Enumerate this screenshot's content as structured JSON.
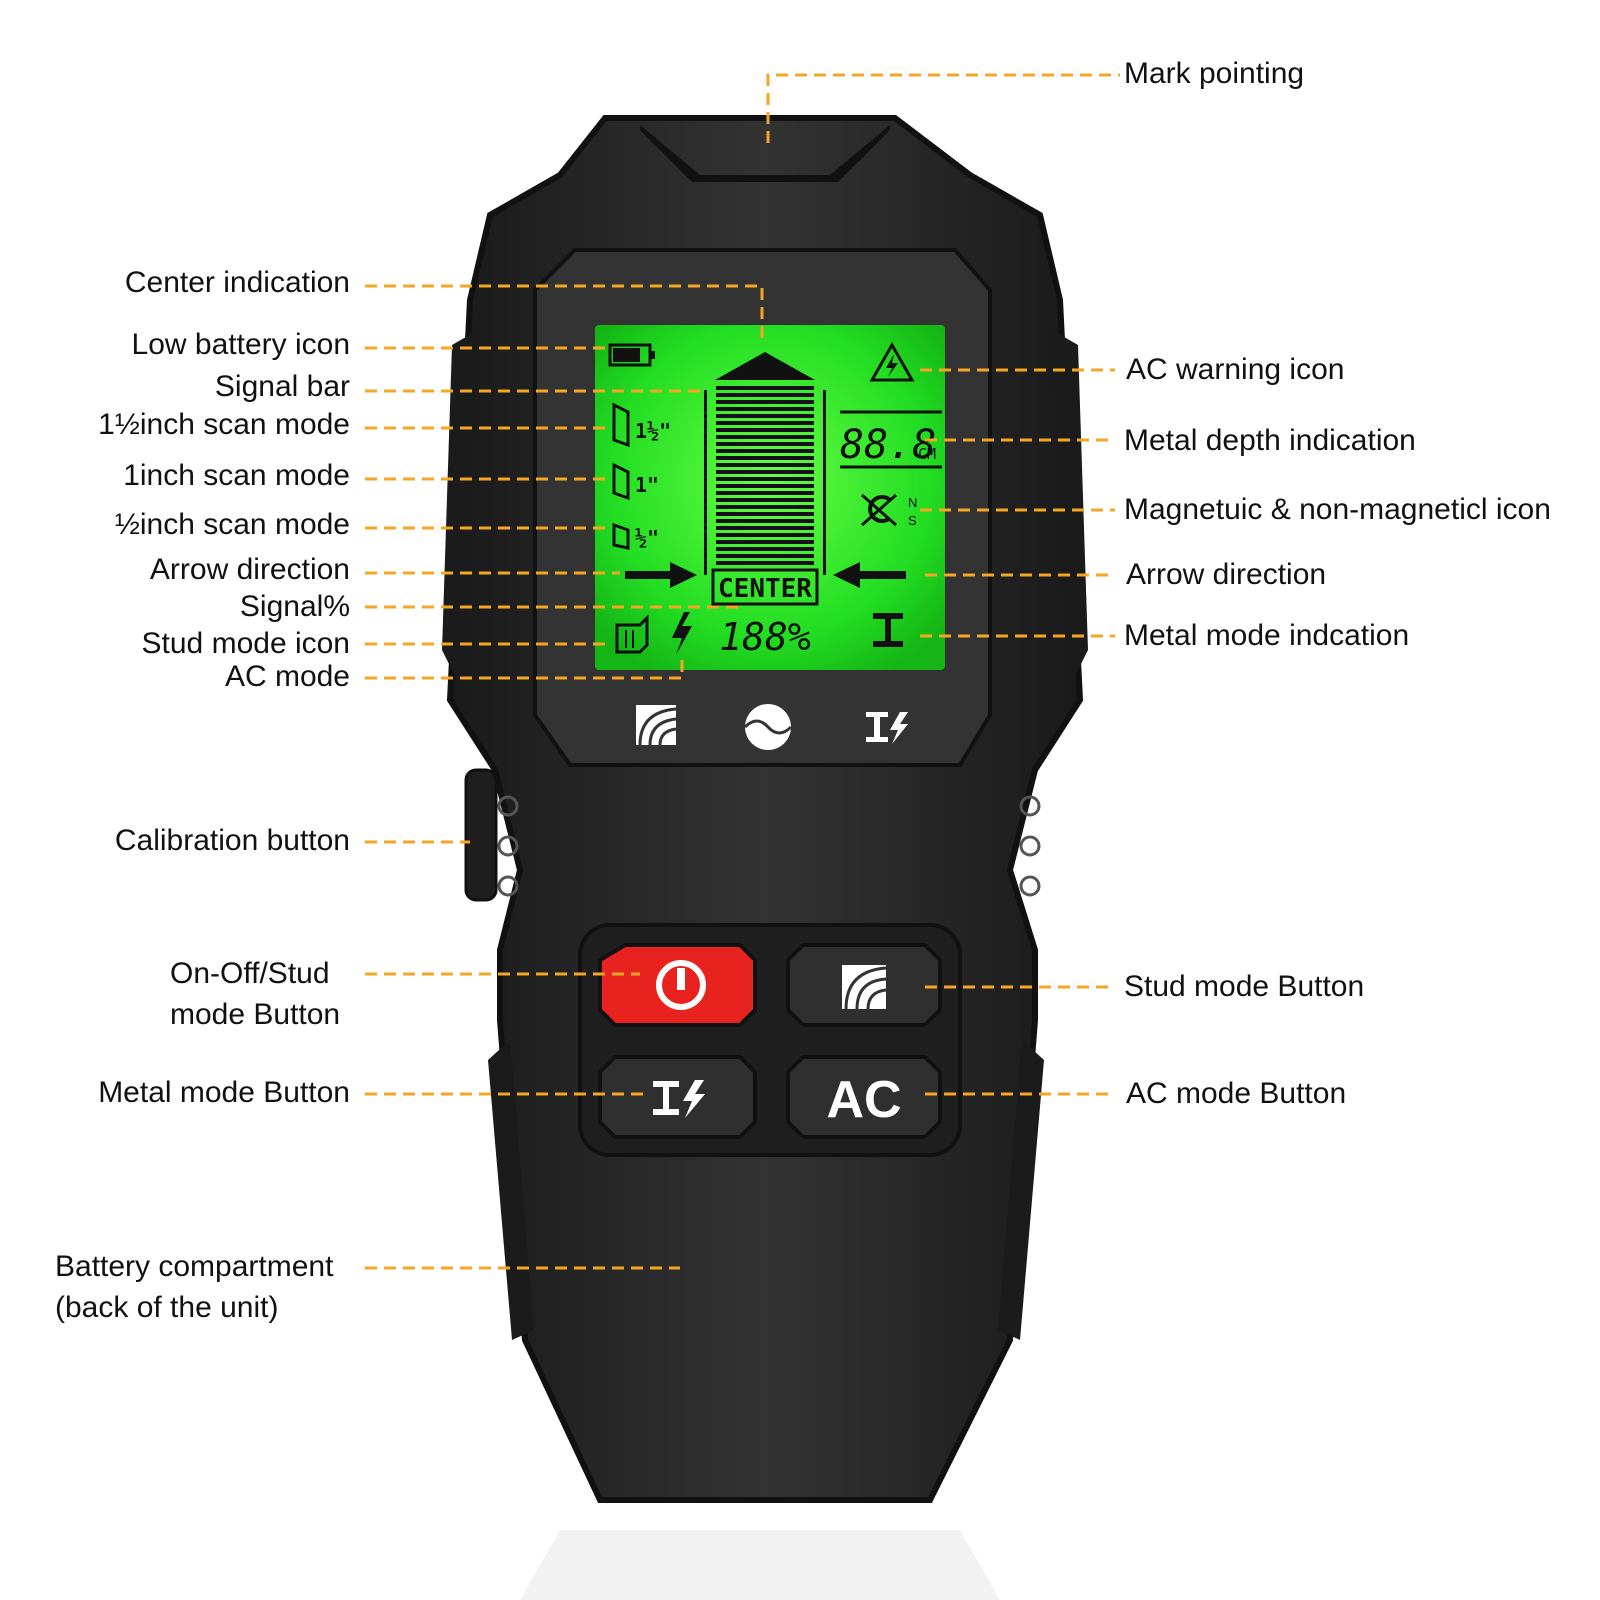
{
  "labels": {
    "mark_pointing": "Mark pointing",
    "center_indication": "Center indication",
    "low_battery_icon": "Low battery icon",
    "signal_bar": "Signal bar",
    "scan_1_5": "1½inch scan mode",
    "scan_1": "1inch scan mode",
    "scan_0_5": "½inch scan mode",
    "arrow_direction_left": "Arrow direction",
    "signal_percent": "Signal%",
    "stud_mode_icon": "Stud mode icon",
    "ac_mode": "AC mode",
    "calibration_button": "Calibration button",
    "on_off_line1": "On-Off/Stud",
    "on_off_line2": "mode Button",
    "metal_mode_button": "Metal mode Button",
    "battery_line1": "Battery compartment",
    "battery_line2": "(back of the unit)",
    "ac_warning_icon": "AC warning icon",
    "metal_depth_indication": "Metal depth indication",
    "magnetic_icon": "Magnetuic & non-magneticl icon",
    "arrow_direction_right": "Arrow direction",
    "metal_mode_indication": "Metal mode indcation",
    "stud_mode_button": "Stud mode Button",
    "ac_mode_button": "AC mode Button"
  },
  "display": {
    "center_text": "CENTER",
    "depth_value": "88.8",
    "depth_unit": "CM",
    "signal_value": "188%",
    "scan_1_5_text": "1½\"",
    "scan_1_text": "1\"",
    "scan_0_5_text": "½\"",
    "magnet_n": "N",
    "magnet_s": "S"
  },
  "buttons": {
    "ac_label": "AC"
  },
  "colors": {
    "leader": "#f5a623",
    "lcd_green": "#22dd22",
    "body": "#2a2a2a",
    "power_button": "#e8221e"
  }
}
